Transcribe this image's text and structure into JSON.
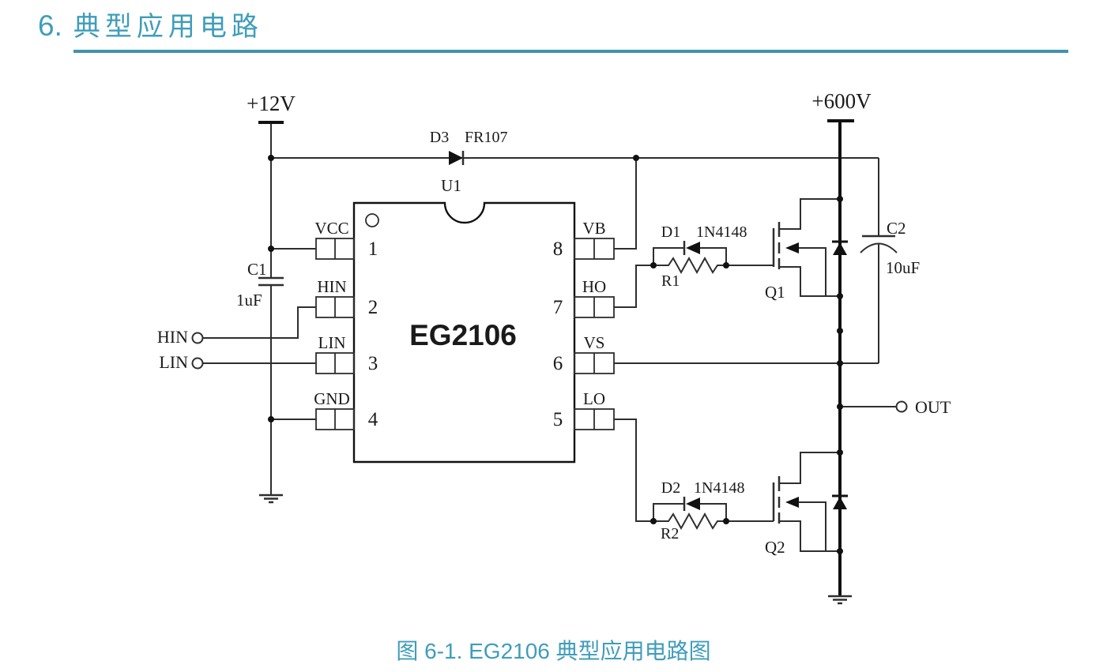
{
  "heading": {
    "number": "6.",
    "title": "典型应用电路"
  },
  "caption": {
    "text": "图 6-1. EG2106 典型应用电路图"
  },
  "colors": {
    "accent": "#3f9dbb",
    "line": "#2e2e2e",
    "bold_line": "#111111"
  },
  "schematic": {
    "rails": {
      "v12": "+12V",
      "v600": "+600V"
    },
    "ic": {
      "refdes": "U1",
      "name": "EG2106",
      "left_pins": [
        {
          "num": "1",
          "label": "VCC"
        },
        {
          "num": "2",
          "label": "HIN"
        },
        {
          "num": "3",
          "label": "LIN"
        },
        {
          "num": "4",
          "label": "GND"
        }
      ],
      "right_pins": [
        {
          "num": "8",
          "label": "VB"
        },
        {
          "num": "7",
          "label": "HO"
        },
        {
          "num": "6",
          "label": "VS"
        },
        {
          "num": "5",
          "label": "LO"
        }
      ]
    },
    "parts": {
      "c1": {
        "ref": "C1",
        "value": "1uF"
      },
      "c2": {
        "ref": "C2",
        "value": "10uF"
      },
      "d1": {
        "ref": "D1",
        "value": "1N4148"
      },
      "d2": {
        "ref": "D2",
        "value": "1N4148"
      },
      "d3": {
        "ref": "D3",
        "value": "FR107"
      },
      "r1": {
        "ref": "R1"
      },
      "r2": {
        "ref": "R2"
      },
      "q1": {
        "ref": "Q1"
      },
      "q2": {
        "ref": "Q2"
      }
    },
    "terminals": {
      "hin": "HIN",
      "lin": "LIN",
      "out": "OUT"
    }
  }
}
